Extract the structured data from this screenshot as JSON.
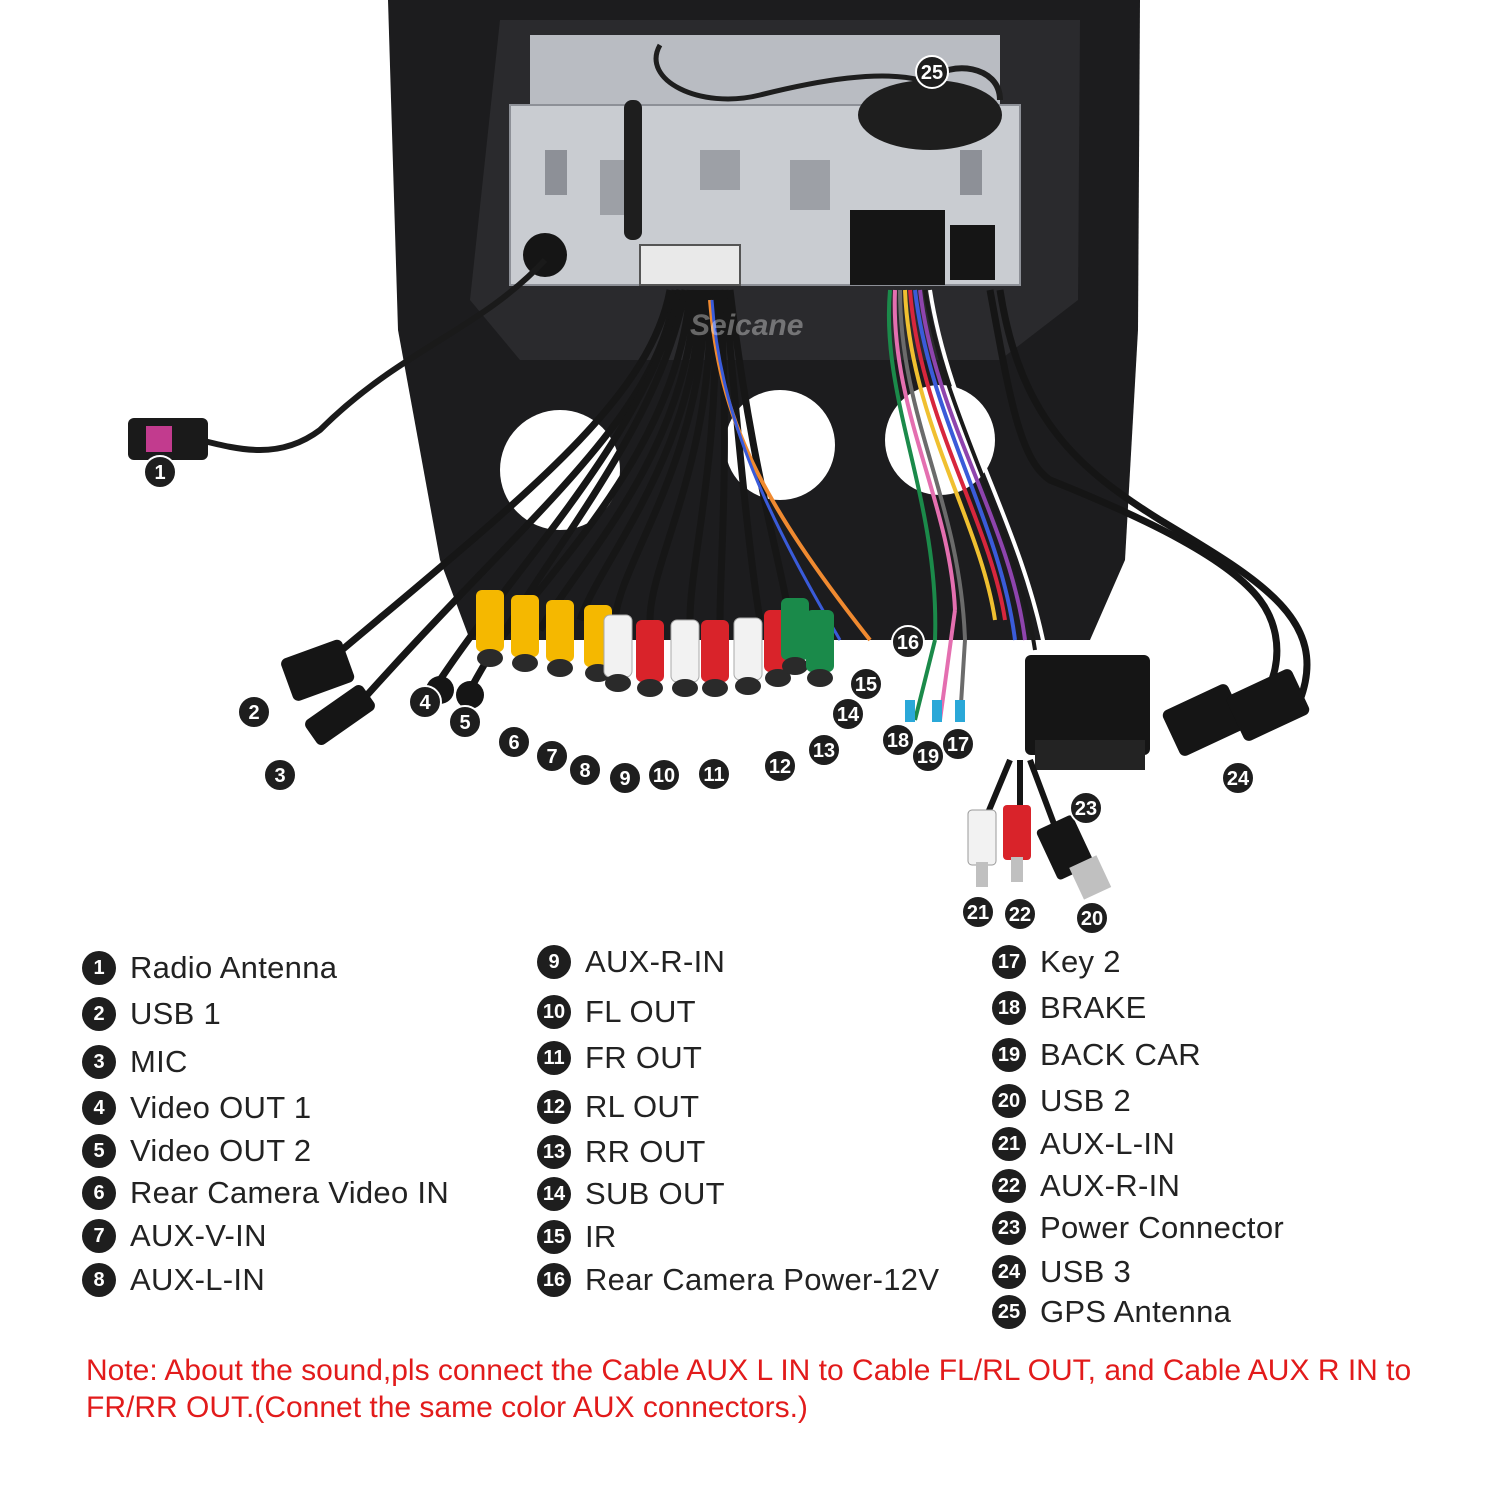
{
  "watermark": "Seicane",
  "legend": [
    {
      "num": "1",
      "label": "Radio Antenna"
    },
    {
      "num": "2",
      "label": "USB 1"
    },
    {
      "num": "3",
      "label": "MIC"
    },
    {
      "num": "4",
      "label": "Video OUT 1"
    },
    {
      "num": "5",
      "label": "Video OUT 2"
    },
    {
      "num": "6",
      "label": "Rear Camera Video IN"
    },
    {
      "num": "7",
      "label": "AUX-V-IN"
    },
    {
      "num": "8",
      "label": "AUX-L-IN"
    },
    {
      "num": "9",
      "label": "AUX-R-IN"
    },
    {
      "num": "10",
      "label": "FL OUT"
    },
    {
      "num": "11",
      "label": "FR OUT"
    },
    {
      "num": "12",
      "label": "RL OUT"
    },
    {
      "num": "13",
      "label": "RR OUT"
    },
    {
      "num": "14",
      "label": "SUB OUT"
    },
    {
      "num": "15",
      "label": "IR"
    },
    {
      "num": "16",
      "label": "Rear Camera Power-12V"
    },
    {
      "num": "17",
      "label": "Key 2"
    },
    {
      "num": "18",
      "label": "BRAKE"
    },
    {
      "num": "19",
      "label": "BACK CAR"
    },
    {
      "num": "20",
      "label": "USB 2"
    },
    {
      "num": "21",
      "label": "AUX-L-IN"
    },
    {
      "num": "22",
      "label": "AUX-R-IN"
    },
    {
      "num": "23",
      "label": "Power Connector"
    },
    {
      "num": "24",
      "label": "USB 3"
    },
    {
      "num": "25",
      "label": "GPS Antenna"
    }
  ],
  "note": "Note: About the sound,pls connect the Cable AUX L IN to Cable FL/RL OUT, and Cable AUX R IN to FR/RR OUT.(Connet the same color AUX connectors.)",
  "colors": {
    "note": "#e21b1b",
    "callout": "#1e1e1e",
    "frame": "#1c1c1e",
    "chassis": "#c9ccd1",
    "rca_yellow": "#f5b800",
    "rca_red": "#d9232a",
    "rca_white": "#f2f2f2",
    "rca_green": "#1a8a4a"
  }
}
